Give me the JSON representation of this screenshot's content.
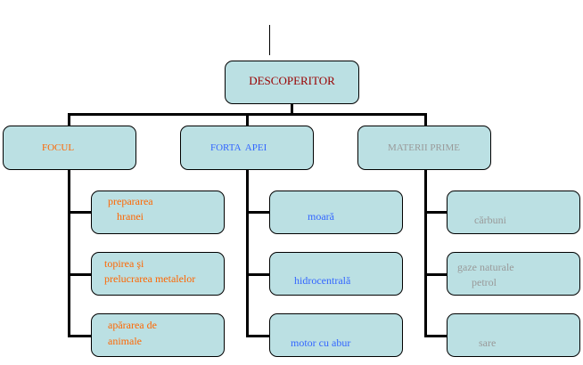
{
  "colors": {
    "box_fill": "#BBE0E3",
    "root_text": "#990000",
    "focul": "#FF6600",
    "forta": "#3366FF",
    "materii": "#999999"
  },
  "root": {
    "label": "DESCOPERITOR"
  },
  "branches": [
    {
      "label": "FOCUL",
      "children": [
        [
          "prepararea",
          "hranei"
        ],
        [
          "topirea şi",
          "prelucrarea metalelor"
        ],
        [
          "apărarea de",
          "animale"
        ]
      ]
    },
    {
      "label": "FORTA  APEI",
      "children": [
        [
          "moară"
        ],
        [
          "hidrocentrală"
        ],
        [
          "motor cu abur"
        ]
      ]
    },
    {
      "label": "MATERII PRIME",
      "children": [
        [
          "cărbuni"
        ],
        [
          "gaze naturale",
          "petrol"
        ],
        [
          "sare"
        ]
      ]
    }
  ]
}
